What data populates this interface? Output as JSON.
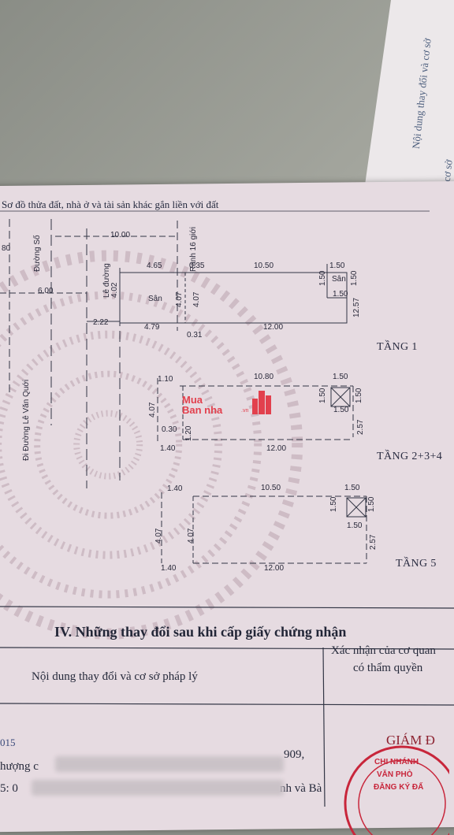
{
  "title": "Sơ đồ thửa đất, nhà ở và tài sản khác gắn liền với đất",
  "side_text": [
    "Nội dung thay đổi và cơ sở",
    "Nội dung thay đổi và cơ sở"
  ],
  "roads": {
    "road_a": "Đường Số",
    "road_b": "Đi Đường Lê Văn Quới",
    "road_c": "Lê đường",
    "road_d": "Rạnh 16 giới"
  },
  "dims": {
    "d1": "10.00",
    "d2": "4.65",
    "d3": "0.35",
    "d4": "10.50",
    "d5": "1.50",
    "d6": "1.50",
    "d7": "4.02",
    "d8": "4.07",
    "d9": "4.07",
    "d10": "1.50",
    "d11": "12.57",
    "d12": "2.22",
    "d13": "4.79",
    "d14": "12.00",
    "d15": "0.31",
    "d16": "6.00",
    "d17": "80",
    "d18": "1.10",
    "d19": "10.80",
    "d20": "1.50",
    "d21": "1.50",
    "d22": "1.50",
    "d23": "4.07",
    "d24": "1.50",
    "d25": "0.30",
    "d26": "1.20",
    "d27": "2.57",
    "d28": "1.40",
    "d29": "12.00",
    "d30": "1.40",
    "d31": "10.50",
    "d32": "1.50",
    "d33": "1.50",
    "d34": "1.50",
    "d35": "4.07",
    "d36": "4.07",
    "d37": "1.50",
    "d38": "2.57",
    "d39": "1.40",
    "d40": "12.00",
    "san1": "Sân",
    "san2": "Sân"
  },
  "floors": [
    "TẦNG 1",
    "TẦNG 2+3+4",
    "TẦNG 5"
  ],
  "logo": {
    "line1": "Mua",
    "line2": "Ban nha",
    "suffix": ".vn"
  },
  "section": {
    "title": "IV. Những thay đổi sau khi cấp giấy chứng nhận",
    "col1": "Nội dung thay đổi và cơ sở pháp lý",
    "col2a": "Xác nhận của cơ quan",
    "col2b": "có thẩm quyền"
  },
  "bottom": {
    "left1": "015",
    "left2": "hượng c",
    "left3": "5: 0",
    "right1": "909,",
    "right2": "nh và Bà",
    "giam": "GIÁM Đ"
  },
  "stamp": {
    "line1": "CHI NHÁNH",
    "line2": "VĂN PHÒ",
    "line3": "ĐĂNG KÝ ĐẤ"
  }
}
